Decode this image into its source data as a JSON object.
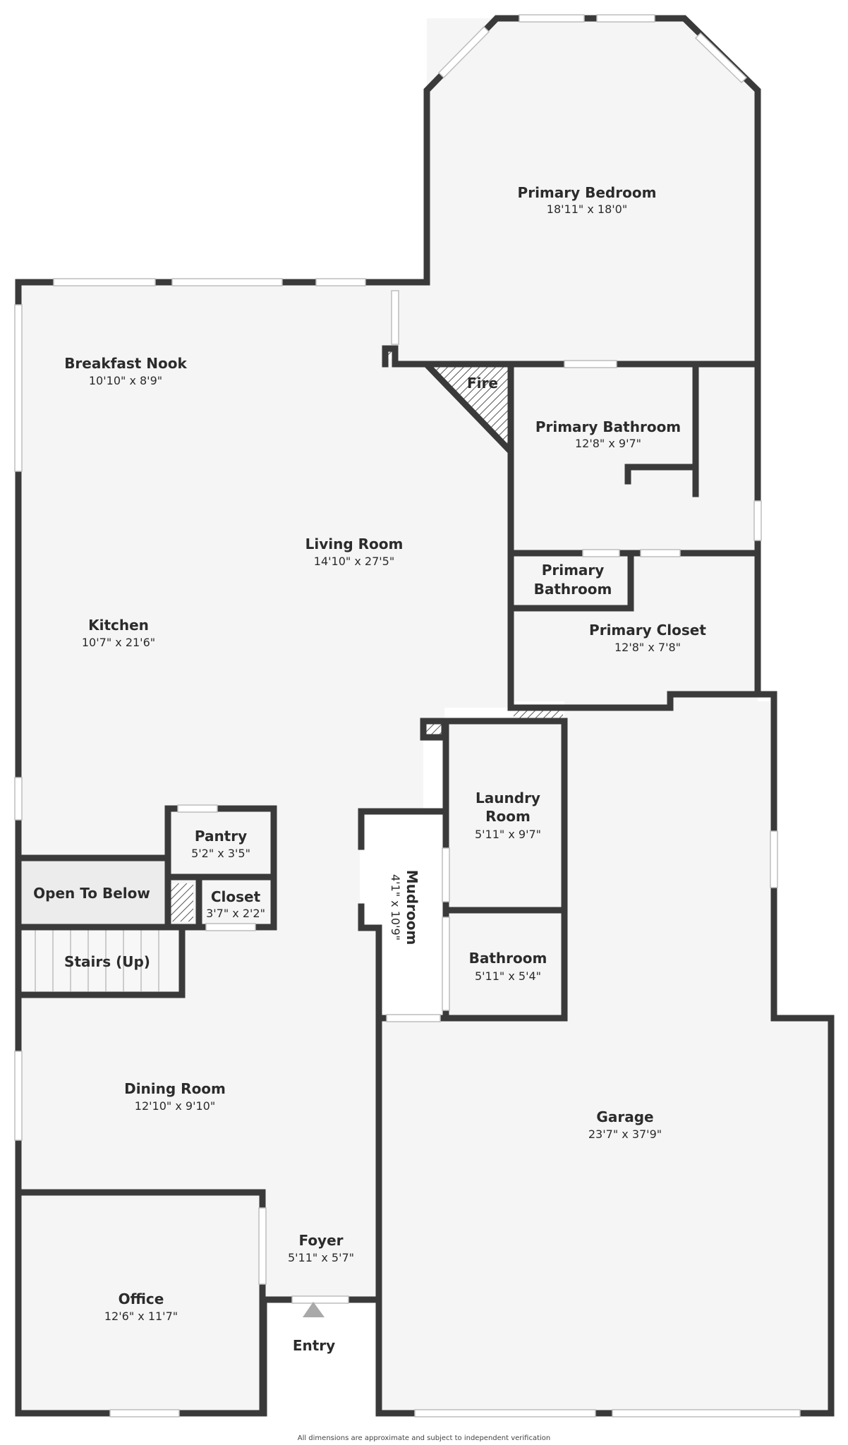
{
  "colors": {
    "wall": "#3a3a3a",
    "floor": "#f5f5f5",
    "open_to_below": "#ececec",
    "window": "#ffffff",
    "window_line": "#bdbdbd",
    "marker": "#a9a9a9"
  },
  "rooms": {
    "primary_bedroom": {
      "name": "Primary Bedroom",
      "dims": "18'11\" x 18'0\""
    },
    "breakfast_nook": {
      "name": "Breakfast Nook",
      "dims": "10'10\" x 8'9\""
    },
    "fire": {
      "name": "Fire"
    },
    "primary_bathroom": {
      "name": "Primary Bathroom",
      "dims": "12'8\" x 9'7\""
    },
    "living_room": {
      "name": "Living Room",
      "dims": "14'10\" x 27'5\""
    },
    "primary_bathroom_small": {
      "name_line1": "Primary",
      "name_line2": "Bathroom"
    },
    "primary_closet": {
      "name": "Primary Closet",
      "dims": "12'8\" x 7'8\""
    },
    "kitchen": {
      "name": "Kitchen",
      "dims": "10'7\" x 21'6\""
    },
    "laundry_room": {
      "name_line1": "Laundry",
      "name_line2": "Room",
      "dims": "5'11\" x 9'7\""
    },
    "pantry": {
      "name": "Pantry",
      "dims": "5'2\" x 3'5\""
    },
    "mudroom": {
      "name": "Mudroom",
      "dims": "4'1\" x 10'9\""
    },
    "open_to_below": {
      "name": "Open To Below"
    },
    "closet": {
      "name": "Closet",
      "dims": "3'7\" x 2'2\""
    },
    "bathroom": {
      "name": "Bathroom",
      "dims": "5'11\" x 5'4\""
    },
    "stairs": {
      "name": "Stairs (Up)"
    },
    "dining_room": {
      "name": "Dining Room",
      "dims": "12'10\" x 9'10\""
    },
    "garage": {
      "name": "Garage",
      "dims": "23'7\" x 37'9\""
    },
    "foyer": {
      "name": "Foyer",
      "dims": "5'11\" x 5'7\""
    },
    "office": {
      "name": "Office",
      "dims": "12'6\" x 11'7\""
    },
    "entry": {
      "name": "Entry"
    }
  },
  "footer": {
    "disclaimer": "All dimensions are approximate and subject to independent verification"
  }
}
